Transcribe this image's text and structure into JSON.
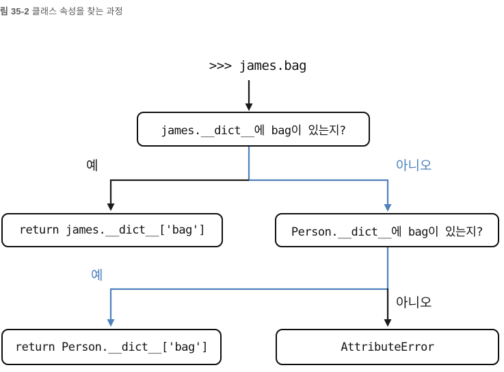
{
  "caption": {
    "figure_label": "림 35-2",
    "figure_title": "클래스 속성을 찾는 과정"
  },
  "flowchart": {
    "start_code": ">>> james.bag",
    "nodes": {
      "check_james": "james.__dict__에 bag이 있는지?",
      "return_james": "return james.__dict__['bag']",
      "check_person": "Person.__dict__에 bag이 있는지?",
      "return_person": "return Person.__dict__['bag']",
      "attribute_error": "AttributeError"
    },
    "labels": {
      "branch1_yes": "예",
      "branch1_no": "아니오",
      "branch2_yes": "예",
      "branch2_no": "아니오"
    },
    "colors": {
      "black_line": "#1a1a1a",
      "blue_line": "#4f81bd",
      "box_border": "#0d0d0d",
      "caption_text": "#595959"
    }
  }
}
